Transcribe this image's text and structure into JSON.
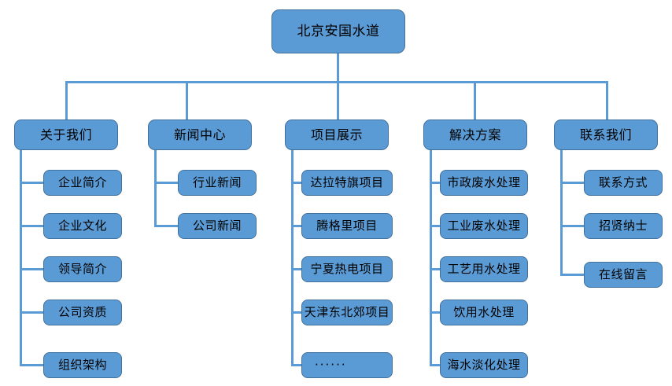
{
  "diagram": {
    "title": "北京安国水道",
    "type": "organization-sitemap-tree",
    "colors": {
      "node_fill": "#5B9BD5",
      "node_border": "#41719C",
      "connector": "#5B9BD5",
      "background": "#FFFFFF",
      "text": "#000000"
    },
    "root": {
      "label": "北京安国水道"
    },
    "branches": [
      {
        "label": "关于我们",
        "children": [
          {
            "label": "企业简介"
          },
          {
            "label": "企业文化"
          },
          {
            "label": "领导简介"
          },
          {
            "label": "公司资质"
          },
          {
            "label": "组织架构"
          }
        ]
      },
      {
        "label": "新闻中心",
        "children": [
          {
            "label": "行业新闻"
          },
          {
            "label": "公司新闻"
          }
        ]
      },
      {
        "label": "项目展示",
        "children": [
          {
            "label": "达拉特旗项目"
          },
          {
            "label": "腾格里项目"
          },
          {
            "label": "宁夏热电项目"
          },
          {
            "label": "天津东北郊项目"
          },
          {
            "label": "······"
          }
        ]
      },
      {
        "label": "解决方案",
        "children": [
          {
            "label": "市政废水处理"
          },
          {
            "label": "工业废水处理"
          },
          {
            "label": "工艺用水处理"
          },
          {
            "label": "饮用水处理"
          },
          {
            "label": "海水淡化处理"
          }
        ]
      },
      {
        "label": "联系我们",
        "children": [
          {
            "label": "联系方式"
          },
          {
            "label": "招贤纳士"
          },
          {
            "label": "在线留言"
          }
        ]
      }
    ]
  }
}
